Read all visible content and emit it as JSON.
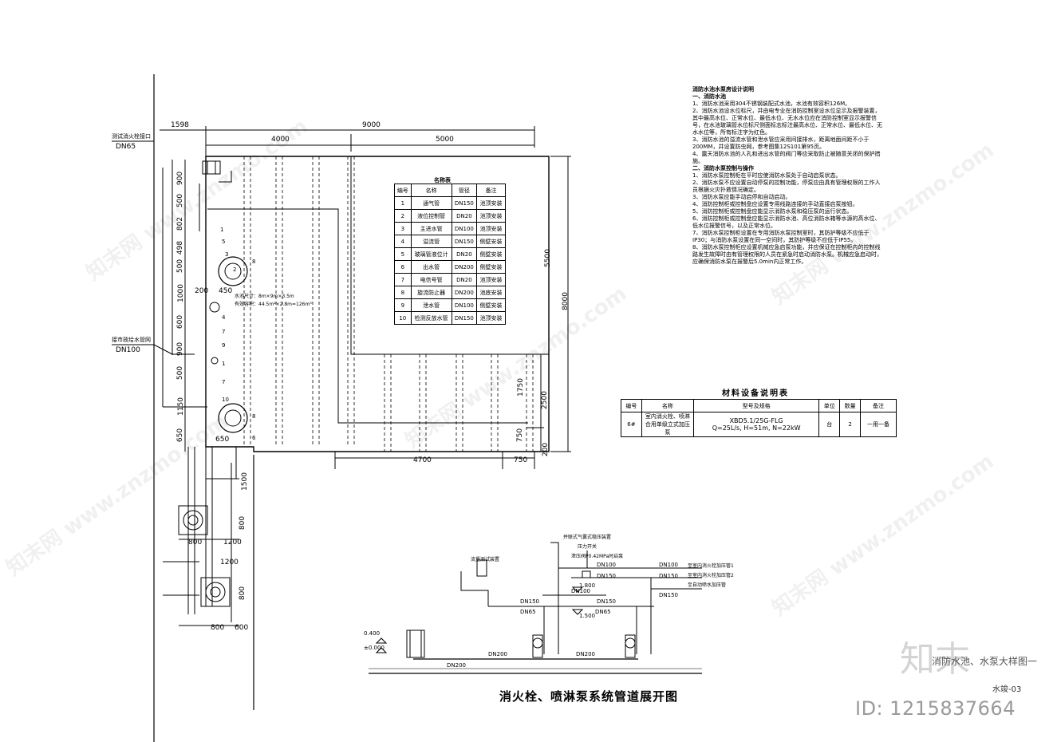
{
  "drawing": {
    "title": "消火栓、喷淋泵系统管道展开图",
    "sheet_name": "消防水池、水泵大样图一",
    "sheet_no": "水竣-03",
    "brand_mark": "知末",
    "id_label": "ID: 1215837664",
    "watermark": "知末网 www.znzmo.com"
  },
  "plan": {
    "dims_top": [
      "1598",
      "9000",
      "4000",
      "5000"
    ],
    "dims_left": [
      "900",
      "500",
      "802",
      "498",
      "500",
      "1000",
      "600",
      "900",
      "500",
      "1150",
      "650",
      "200",
      "450",
      "650"
    ],
    "dims_right": [
      "5500",
      "8000",
      "1750",
      "2500",
      "750",
      "200"
    ],
    "dims_bottom": [
      "4700",
      "750"
    ],
    "dims_lower": [
      "1500",
      "800",
      "1200",
      "800",
      "800",
      "600",
      "800",
      "1200"
    ],
    "left_labels": [
      {
        "text": "测试消火栓接口",
        "sub": "DN65"
      },
      {
        "text": "接市政给水管网",
        "sub": "DN100"
      }
    ],
    "tank_note_1": "水池尺寸：8m×9m×3.5m",
    "tank_note_2": "有效容积：44.5m²×2.8m=126m³",
    "callouts": [
      "1",
      "5",
      "3",
      "8",
      "2",
      "4",
      "7",
      "9",
      "1",
      "7",
      "10",
      "8",
      "6"
    ]
  },
  "legend_table": {
    "caption": "名称表",
    "headers": [
      "编号",
      "名称",
      "管径",
      "备注"
    ],
    "rows": [
      [
        "1",
        "通气管",
        "DN150",
        "池顶安装"
      ],
      [
        "2",
        "液位控制管",
        "DN20",
        "池顶安装"
      ],
      [
        "3",
        "主进水管",
        "DN100",
        "池顶安装"
      ],
      [
        "4",
        "溢流管",
        "DN150",
        "侧壁安装"
      ],
      [
        "5",
        "玻璃管液位计",
        "DN20",
        "侧壁安装"
      ],
      [
        "6",
        "出水管",
        "DN200",
        "侧壁安装"
      ],
      [
        "7",
        "电信号管",
        "DN20",
        "池顶安装"
      ],
      [
        "8",
        "旋流防止器",
        "DN200",
        "池底安装"
      ],
      [
        "9",
        "泄水管",
        "DN100",
        "侧壁安装"
      ],
      [
        "10",
        "检测反放水管",
        "DN150",
        "池顶安装"
      ]
    ]
  },
  "design_notes": {
    "title": "消防水池水泵房设计说明",
    "sections": [
      {
        "heading": "一、消防水池",
        "items": [
          "1、消防水池采用304不锈钢装配式水池，水池有效容积126M。",
          "2、消防水池设水位标尺，并由电专业在消防控制室设水位显示及报警装置，其中最高水位、正常水位、最低水位、无水水位应在消防控制室显示报警信号，在水池玻璃管水位标尺侧面标志标注最高水位、正常水位、最低水位、无水水位等，所有标注字为红色。",
          "3、消防水池的溢流水管和泄水管应采用间接排水，距离地面间距不小于200MM，并设置防虫网，参考图集12S101第95页。",
          "4、露天消防水池的人孔和进出水管的阀门等应采取防止被随意关闭的保护措施。"
        ]
      },
      {
        "heading": "二、消防水泵控制与操作",
        "items": [
          "1、消防水泵控制柜在平时应使消防水泵处于自动启泵状态。",
          "2、消防水泵不应设置自动停泵的控制功能，停泵应由具有管理权限的工作人员根据火灾扑救情况确定。",
          "3、消防水泵应能手动启停和自动启动。",
          "4、消防控制柜或控制盘应设置专用线路连接的手动直接启泵按钮。",
          "5、消防控制柜或控制盘应能显示消防水泵和稳压泵的运行状态。",
          "6、消防控制柜或控制盘应能显示消防水池、高位消防水箱等水源的高水位、低水位报警信号，以及正常水位。",
          "7、消防水泵控制柜设置在专用消防水泵控制室时，其防护等级不应低于IP30；与消防水泵设置在同一空间时，其防护等级不应低于IP55。",
          "8、消防水泵控制柜应设置机械应急启泵功能，并应保证在控制柜内的控制线路发生故障时由有管理权限的人员在紧急时启动消防水泵。机械应急启动时，应确保消防水泵在报警后5.0min内正常工作。"
        ]
      }
    ]
  },
  "material_table": {
    "title": "材料设备说明表",
    "headers": [
      "编号",
      "名称",
      "型号及规格",
      "单位",
      "数量",
      "备注"
    ],
    "row": [
      "6#",
      "室内消火栓、喷淋合用单级立式加压泵",
      "XBD5.1/25G-FLG",
      "Q=25L/s, H=51m, N=22kW",
      "台",
      "2",
      "一用一备"
    ]
  },
  "schematic": {
    "labels": {
      "flow_test": "流量测试装置",
      "air_vessel": "并联式气囊式稳压装置",
      "pressure_switch": "压力开关",
      "relief_valve": "泄压阀P0.42MPa时启泵",
      "to_hydrant_1": "至室内消火栓加压管1",
      "to_hydrant_2": "至室内消火栓加压管2",
      "to_sprinkler": "至自动喷水加压管"
    },
    "elevations": [
      "0.400",
      "±0.000",
      "1.800",
      "1.500"
    ],
    "pipes": [
      "DN100",
      "DN150",
      "DN100",
      "DN150",
      "DN150",
      "DN100",
      "DN150",
      "DN150",
      "DN65",
      "DN65",
      "DN200",
      "DN200",
      "DN200"
    ]
  }
}
